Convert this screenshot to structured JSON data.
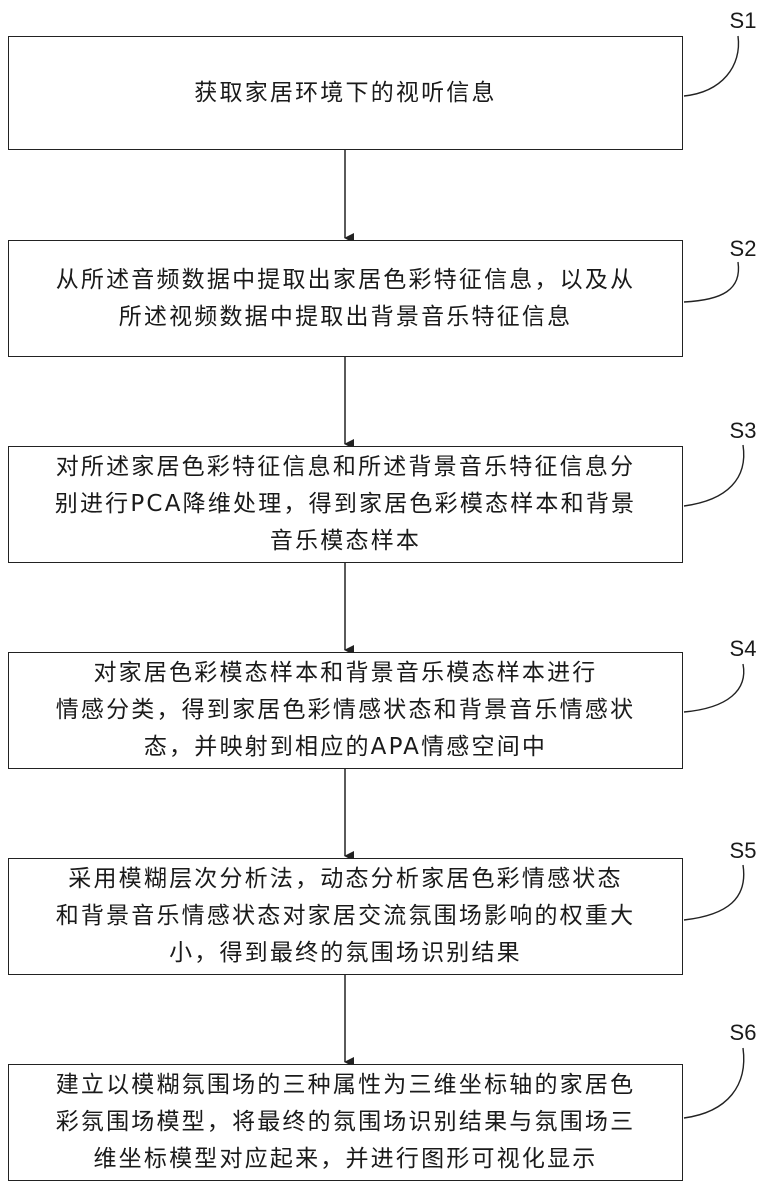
{
  "steps": [
    {
      "id": "S1",
      "text": "获取家居环境下的视听信息"
    },
    {
      "id": "S2",
      "text": "从所述音频数据中提取出家居色彩特征信息，以及从\n所述视频数据中提取出背景音乐特征信息"
    },
    {
      "id": "S3",
      "text": "对所述家居色彩特征信息和所述背景音乐特征信息分\n别进行PCA降维处理，得到家居色彩模态样本和背景\n音乐模态样本"
    },
    {
      "id": "S4",
      "text": "对家居色彩模态样本和背景音乐模态样本进行\n情感分类，得到家居色彩情感状态和背景音乐情感状\n态，并映射到相应的APA情感空间中"
    },
    {
      "id": "S5",
      "text": "采用模糊层次分析法，动态分析家居色彩情感状态\n和背景音乐情感状态对家居交流氛围场影响的权重大\n小，得到最终的氛围场识别结果"
    },
    {
      "id": "S6",
      "text": "建立以模糊氛围场的三种属性为三维坐标轴的家居色\n彩氛围场模型，将最终的氛围场识别结果与氛围场三\n维坐标模型对应起来，并进行图形可视化显示"
    }
  ]
}
